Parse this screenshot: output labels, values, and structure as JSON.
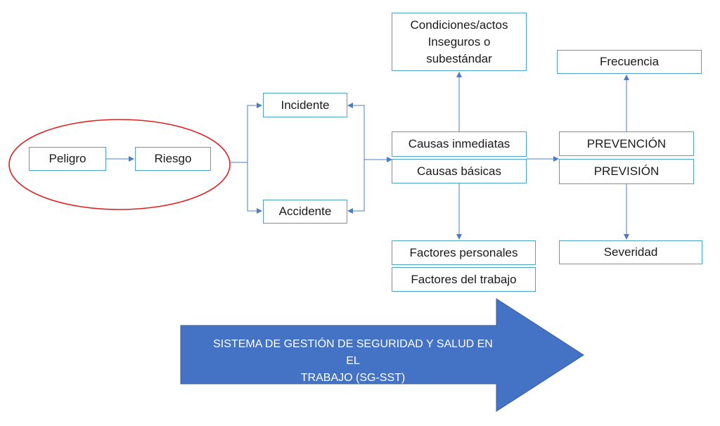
{
  "nodes": {
    "peligro": "Peligro",
    "riesgo": "Riesgo",
    "incidente": "Incidente",
    "accidente": "Accidente",
    "condiciones": [
      "Condiciones/actos",
      "Inseguros o",
      "subestándar"
    ],
    "causas_inmediatas": "Causas inmediatas",
    "causas_basicas": "Causas básicas",
    "factores_personales": "Factores personales",
    "factores_trabajo": "Factores del trabajo",
    "frecuencia": "Frecuencia",
    "prevencion": "PREVENCIÓN",
    "prevision": "PREVISIÓN",
    "severidad": "Severidad"
  },
  "banner": {
    "line1": "SISTEMA DE GESTIÓN DE SEGURIDAD Y SALUD EN EL",
    "line2": "TRABAJO (SG-SST)"
  },
  "colors": {
    "node_border": "#4ba3cc",
    "connector": "#4a7cc8",
    "ellipse": "#e02020",
    "banner_fill": "#4472c4",
    "banner_text": "#ffffff"
  }
}
